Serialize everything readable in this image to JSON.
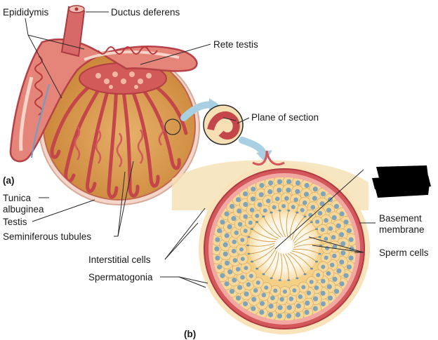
{
  "panels": {
    "a": "(a)",
    "b": "(b)"
  },
  "labels": {
    "epididymis": "Epididymis",
    "ductus_deferens": "Ductus deferens",
    "rete_testis": "Rete testis",
    "plane_of_section": "Plane of section",
    "tunica_albuginea_1": "Tunica",
    "tunica_albuginea_2": "albuginea",
    "testis": "Testis",
    "seminiferous_tubules": "Seminiferous tubules",
    "basement_membrane_1": "Basement",
    "basement_membrane_2": "membrane",
    "sperm_cells": "Sperm cells",
    "interstitial_cells": "Interstitial cells",
    "spermatogonia": "Spermatogonia"
  },
  "colors": {
    "tissue_red": "#c94a50",
    "tissue_light": "#e9a7a0",
    "tubule_fill": "#c98a3d",
    "cell_fill": "#f4cf86",
    "nucleus": "#7fa3b8",
    "redaction": "#000000"
  }
}
